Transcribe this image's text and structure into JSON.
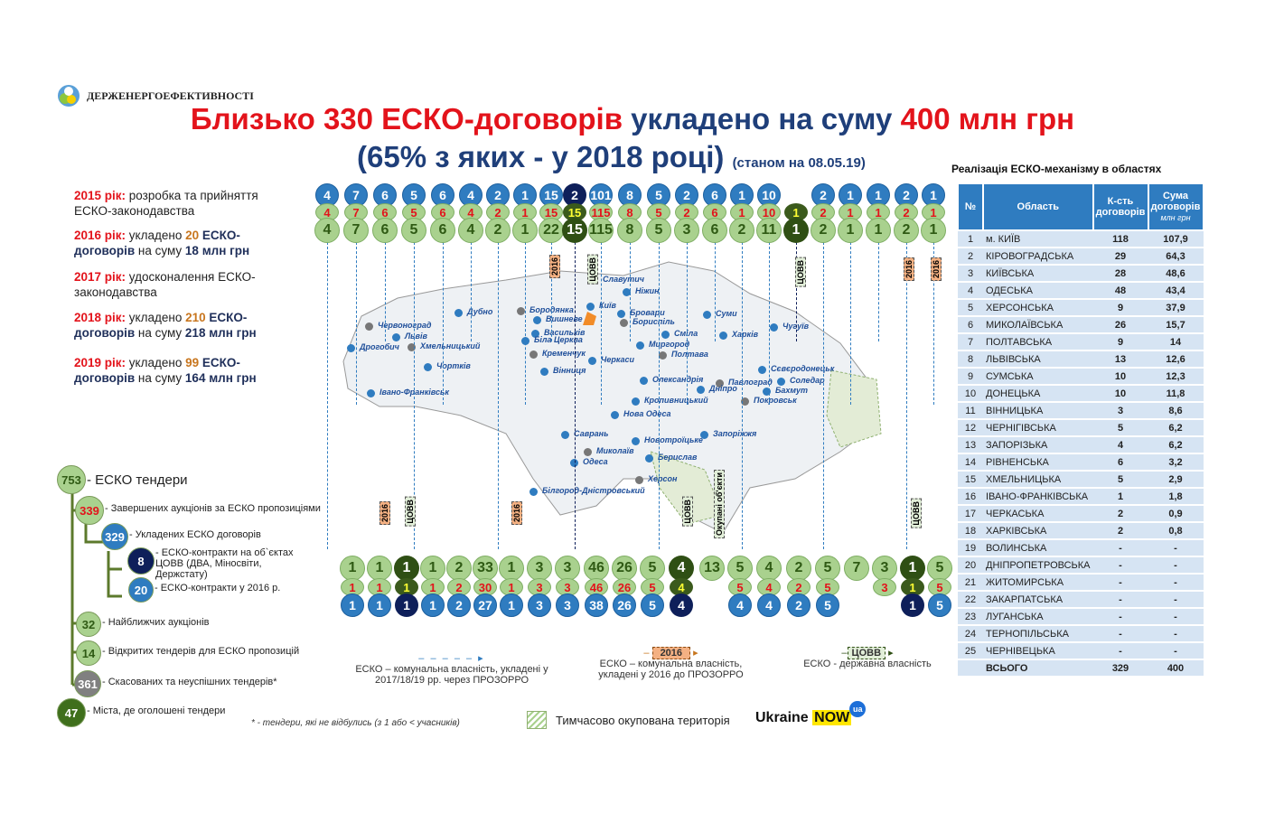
{
  "header": {
    "agency": "ДЕРЖЕНЕРГОЕФЕКТИВНОСТІ",
    "title_red1": "Близько 330 ЕСКО-договорів",
    "title_blue": " укладено на суму ",
    "title_red2": "400 млн грн",
    "subtitle": "(65% з яких - у 2018 році)",
    "as_of": "(станом на 08.05.19)"
  },
  "timeline": [
    {
      "year": "2015 рік:",
      "text": " розробка та прийняття ЕСКО-законодавства"
    },
    {
      "year": "2016 рік:",
      "pre": " укладено ",
      "num": "20",
      "mid": " ЕСКО-договорів",
      "post": " на суму ",
      "sum": "18 млн грн"
    },
    {
      "year": "2017 рік:",
      "text": " удосконалення ЕСКО-законодавства"
    },
    {
      "year": "2018 рік:",
      "pre": " укладено ",
      "num": "210",
      "mid": " ЕСКО-договорів",
      "post": " на суму ",
      "sum": "218 млн грн"
    },
    {
      "year": "2019 рік:",
      "pre": " укладено ",
      "num": "99",
      "mid": " ЕСКО-договорів",
      "post": " на суму ",
      "sum": "164 млн грн"
    }
  ],
  "top_columns": [
    {
      "b": "4",
      "r": "4",
      "g": "4"
    },
    {
      "b": "7",
      "r": "7",
      "g": "7"
    },
    {
      "b": "6",
      "r": "6",
      "g": "6"
    },
    {
      "b": "5",
      "r": "5",
      "g": "5"
    },
    {
      "b": "6",
      "r": "6",
      "g": "6"
    },
    {
      "b": "4",
      "r": "4",
      "g": "4"
    },
    {
      "b": "2",
      "r": "2",
      "g": "2"
    },
    {
      "b": "1",
      "r": "1",
      "g": "1"
    },
    {
      "b": "15",
      "r": "15",
      "g": "22"
    },
    {
      "b": "2",
      "r": "15",
      "g": "15",
      "dark": true
    },
    {
      "b": "101",
      "r": "115",
      "g": "115"
    },
    {
      "b": "8",
      "r": "8",
      "g": "8"
    },
    {
      "b": "5",
      "r": "5",
      "g": "5"
    },
    {
      "b": "2",
      "r": "2",
      "g": "3"
    },
    {
      "b": "6",
      "r": "6",
      "g": "6"
    },
    {
      "b": "1",
      "r": "1",
      "g": "2"
    },
    {
      "b": "10",
      "r": "10",
      "g": "11"
    },
    {
      "b": null,
      "r": "1",
      "g": "1",
      "dark": true
    },
    {
      "b": "2",
      "r": "2",
      "g": "2"
    },
    {
      "b": "1",
      "r": "1",
      "g": "1"
    },
    {
      "b": "1",
      "r": "1",
      "g": "1"
    },
    {
      "b": "2",
      "r": "2",
      "g": "2"
    },
    {
      "b": "1",
      "r": "1",
      "g": "1"
    }
  ],
  "bottom_columns": [
    {
      "g": "1",
      "r": "1",
      "b": "1"
    },
    {
      "g": "1",
      "r": "1",
      "b": "1"
    },
    {
      "g": "1",
      "r": "1",
      "b": "1",
      "dark": true
    },
    {
      "g": "1",
      "r": "1",
      "b": "1"
    },
    {
      "g": "2",
      "r": "2",
      "b": "2"
    },
    {
      "g": "33",
      "r": "30",
      "b": "27"
    },
    {
      "g": "1",
      "r": "1",
      "b": "1"
    },
    {
      "g": "3",
      "r": "3",
      "b": "3"
    },
    {
      "g": "3",
      "r": "3",
      "b": "3"
    },
    {
      "g": "46",
      "r": "46",
      "b": "38"
    },
    {
      "g": "26",
      "r": "26",
      "b": "26"
    },
    {
      "g": "5",
      "r": "5",
      "b": "5"
    },
    {
      "g": "4",
      "r": "4",
      "b": "4",
      "dark": true
    },
    {
      "g": "13",
      "r": null,
      "b": null
    },
    {
      "g": "5",
      "r": "5",
      "b": "4"
    },
    {
      "g": "4",
      "r": "4",
      "b": "4"
    },
    {
      "g": "2",
      "r": "2",
      "b": "2"
    },
    {
      "g": "5",
      "r": "5",
      "b": "5"
    },
    {
      "g": "7",
      "r": null,
      "b": null
    },
    {
      "g": "3",
      "r": "3",
      "b": null
    },
    {
      "g": "1",
      "r": "1",
      "b": "1",
      "dark": true
    },
    {
      "g": "5",
      "r": "5",
      "b": "5"
    }
  ],
  "map_tags": {
    "y2016": "2016",
    "tsovv": "ЦОВВ",
    "occupied": "Окупані об'єкти"
  },
  "cities": [
    "Червоноград",
    "Львів",
    "Дрогобич",
    "Дубно",
    "Хмельницький",
    "Чортків",
    "Івано-Франківськ",
    "Вінниця",
    "Бородянка",
    "Вишневе",
    "Васильків",
    "Біла Церква",
    "Славутич",
    "Ніжин",
    "Київ",
    "Бровари",
    "Бориспіль",
    "Сміла",
    "Черкаси",
    "Миргород",
    "Полтава",
    "Суми",
    "Харків",
    "Чугуїв",
    "Кременчук",
    "Олександрія",
    "Кропивницький",
    "Дніпро",
    "Павлоград",
    "Сєвєродонецьк",
    "Соледар",
    "Бахмут",
    "Покровськ",
    "Запоріжжя",
    "Нова Одеса",
    "Саврань",
    "Миколаїв",
    "Одеса",
    "Новотроїцьке",
    "Берислав",
    "Херсон",
    "Білгород-Дністровський"
  ],
  "tree": {
    "tenders": {
      "n": "753",
      "label": "- ЕСКО тендери"
    },
    "completed": {
      "n": "339",
      "label": "- Завершених аукціонів за ЕСКО пропозиціями"
    },
    "signed": {
      "n": "329",
      "label": "- Укладених ЕСКО договорів"
    },
    "tsovv": {
      "n": "8",
      "label": "- ЕСКО-контракти на об`єктах ЦОВВ (ДВА, Міносвіти, Держстату)"
    },
    "y2016": {
      "n": "20",
      "label": "- ЕСКО-контракти у 2016 р."
    },
    "nearest": {
      "n": "32",
      "label": "- Найближчих аукціонів"
    },
    "open": {
      "n": "14",
      "label": "- Відкритих тендерів для ЕСКО пропозицій"
    },
    "cancelled": {
      "n": "361",
      "label": "- Скасованих та неуспішних тендерів*"
    },
    "cities": {
      "n": "47",
      "label": "- Міста, де оголошені тендери"
    }
  },
  "footnote": "* - тендери, які не відбулись (з 1 або < учасників)",
  "legend": {
    "communal_prozorro": "ЕСКО – комунальна власність, укладені у 2017/18/19 рр. через ПРОЗОРРО",
    "tag2016": "2016",
    "communal_2016": "ЕСКО – комунальна власність, укладені у 2016 до ПРОЗОРРО",
    "tagTsovv": "ЦОВВ",
    "state": "ЕСКО - державна власність",
    "occupied": "Тимчасово окупована територія",
    "brand1": "Ukraine",
    "brand2": "NOW",
    "brand_ua": "ua"
  },
  "table": {
    "title": "Реалізація ЕСКО-механізму в областях",
    "headers": {
      "no": "№",
      "region": "Область",
      "count": "К-сть договорів",
      "sum": "Сума договорів",
      "sum_unit": "млн грн"
    },
    "rows": [
      [
        "1",
        "м. КИЇВ",
        "118",
        "107,9"
      ],
      [
        "2",
        "КІРОВОГРАДСЬКА",
        "29",
        "64,3"
      ],
      [
        "3",
        "КИЇВСЬКА",
        "28",
        "48,6"
      ],
      [
        "4",
        "ОДЕСЬКА",
        "48",
        "43,4"
      ],
      [
        "5",
        "ХЕРСОНСЬКА",
        "9",
        "37,9"
      ],
      [
        "6",
        "МИКОЛАЇВСЬКА",
        "26",
        "15,7"
      ],
      [
        "7",
        "ПОЛТАВСЬКА",
        "9",
        "14"
      ],
      [
        "8",
        "ЛЬВІВСЬКА",
        "13",
        "12,6"
      ],
      [
        "9",
        "СУМСЬКА",
        "10",
        "12,3"
      ],
      [
        "10",
        "ДОНЕЦЬКА",
        "10",
        "11,8"
      ],
      [
        "11",
        "ВІННИЦЬКА",
        "3",
        "8,6"
      ],
      [
        "12",
        "ЧЕРНІГІВСЬКА",
        "5",
        "6,2"
      ],
      [
        "13",
        "ЗАПОРІЗЬКА",
        "4",
        "6,2"
      ],
      [
        "14",
        "РІВНЕНСЬКА",
        "6",
        "3,2"
      ],
      [
        "15",
        "ХМЕЛЬНИЦЬКА",
        "5",
        "2,9"
      ],
      [
        "16",
        "ІВАНО-ФРАНКІВСЬКА",
        "1",
        "1,8"
      ],
      [
        "17",
        "ЧЕРКАСЬКА",
        "2",
        "0,9"
      ],
      [
        "18",
        "ХАРКІВСЬКА",
        "2",
        "0,8"
      ],
      [
        "19",
        "ВОЛИНСЬКА",
        "-",
        "-"
      ],
      [
        "20",
        "ДНІПРОПЕТРОВСЬКА",
        "-",
        "-"
      ],
      [
        "21",
        "ЖИТОМИРСЬКА",
        "-",
        "-"
      ],
      [
        "22",
        "ЗАКАРПАТСЬКА",
        "-",
        "-"
      ],
      [
        "23",
        "ЛУГАНСЬКА",
        "-",
        "-"
      ],
      [
        "24",
        "ТЕРНОПІЛЬСЬКА",
        "-",
        "-"
      ],
      [
        "25",
        "ЧЕРНІВЕЦЬКА",
        "-",
        "-"
      ]
    ],
    "total": {
      "label": "ВСЬОГО",
      "count": "329",
      "sum": "400"
    }
  }
}
